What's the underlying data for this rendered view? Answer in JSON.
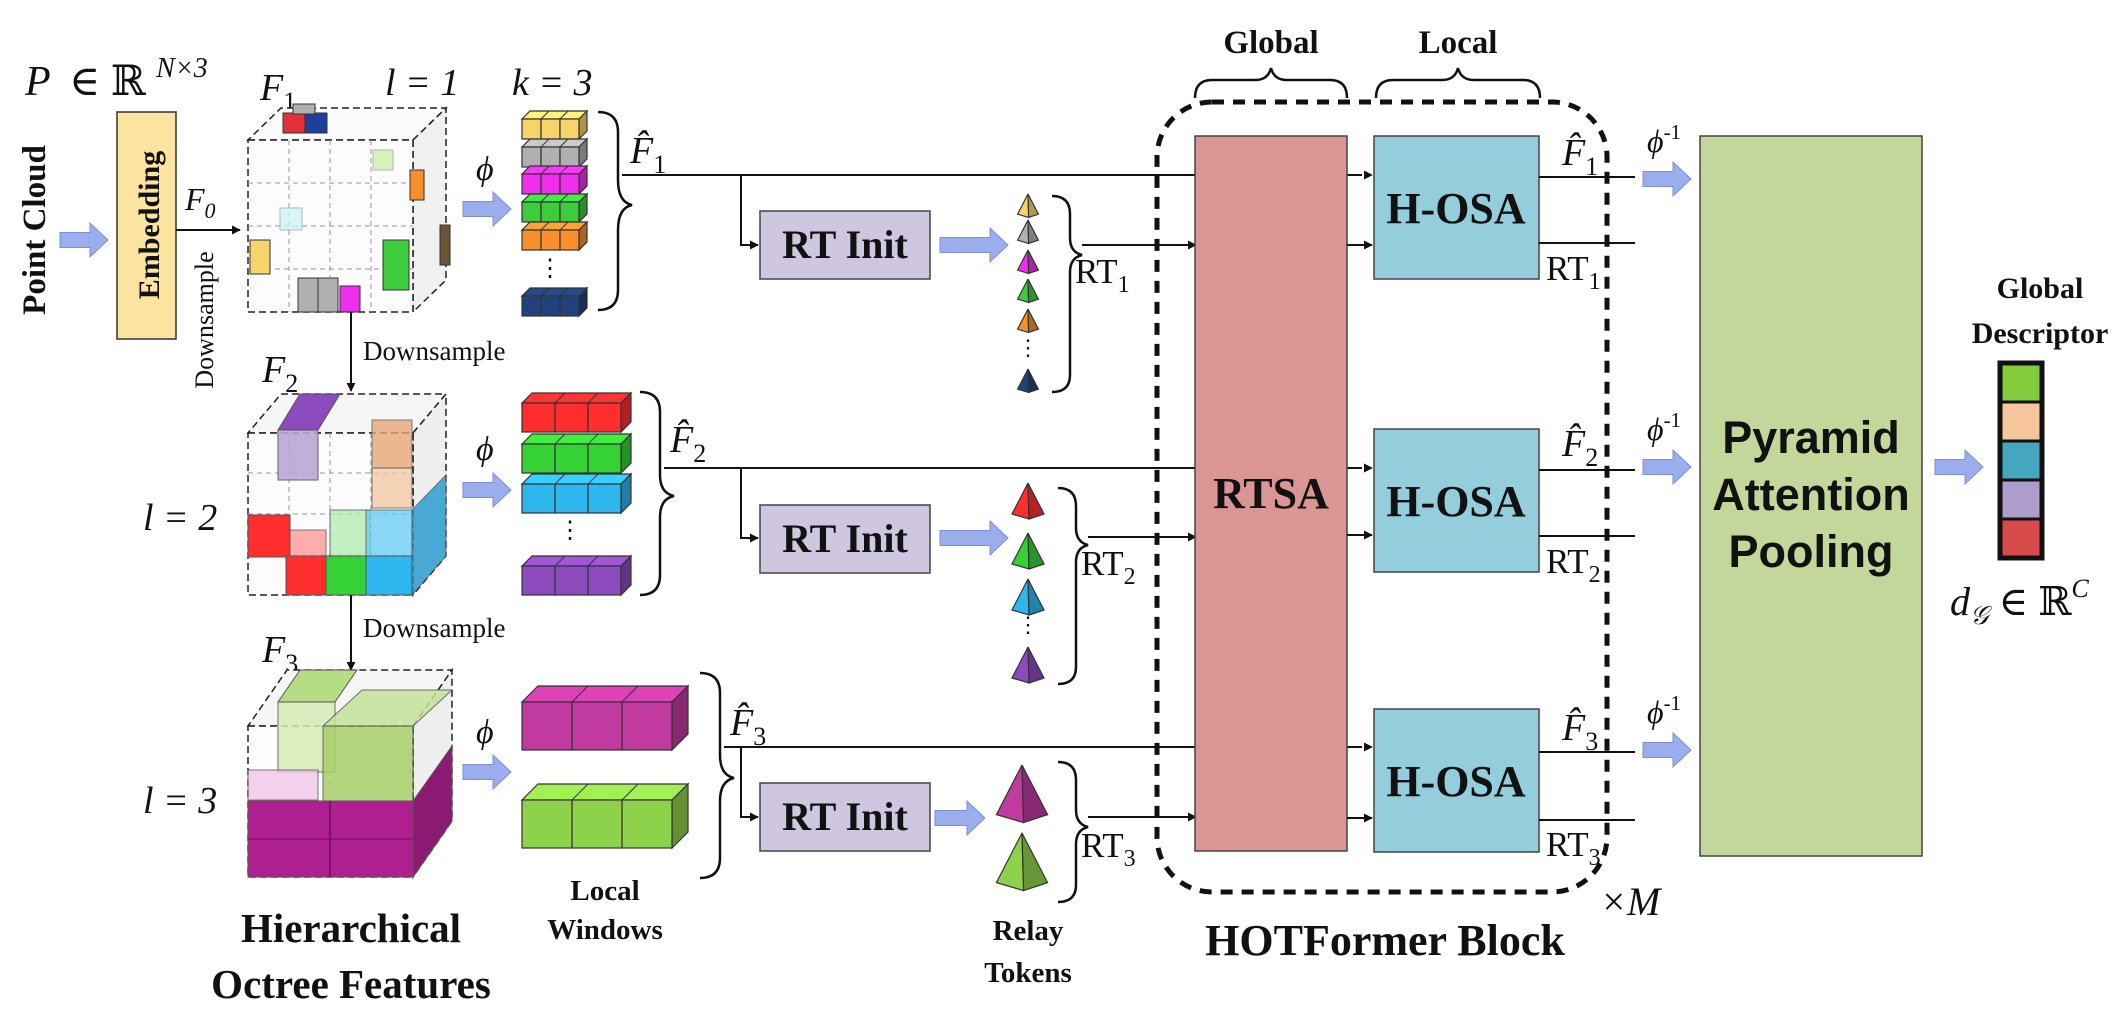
{
  "input": {
    "point_cloud_label": "Point Cloud",
    "input_math_p": "P",
    "input_math_rest": "∈ ℝ",
    "input_math_sup": "N×3",
    "embedding_label": "Embedding",
    "f0_label": "F",
    "f0_sub": "0",
    "downsample_vertical": "Downsample"
  },
  "levels": [
    {
      "feature": "F",
      "sub": "1",
      "l_label": "l = 1",
      "k_label": "k = 3",
      "downsample": "Downsample"
    },
    {
      "feature": "F",
      "sub": "2",
      "l_label": "l = 2",
      "downsample": "Downsample"
    },
    {
      "feature": "F",
      "sub": "3",
      "l_label": "l = 3"
    }
  ],
  "phi_label": "ϕ",
  "phi_inv_label": "ϕ",
  "phi_inv_sup": "-1",
  "fhat": [
    {
      "main": "F̂",
      "sub": "1"
    },
    {
      "main": "F̂",
      "sub": "2"
    },
    {
      "main": "F̂",
      "sub": "3"
    }
  ],
  "rt_init_label": "RT Init",
  "rt_labels": [
    {
      "main": "RT",
      "sub": "1"
    },
    {
      "main": "RT",
      "sub": "2"
    },
    {
      "main": "RT",
      "sub": "3"
    }
  ],
  "ellipsis": "⋮",
  "block": {
    "global_header": "Global",
    "local_header": "Local",
    "rtsa_label": "RTSA",
    "hosa_label": "H-OSA",
    "title": "HOTFormer Block",
    "repeat": "×M"
  },
  "pooling": {
    "line1": "Pyramid",
    "line2": "Attention",
    "line3": "Pooling"
  },
  "descriptor": {
    "title_line1": "Global",
    "title_line2": "Descriptor",
    "math_main": "d",
    "math_sub": "𝒢",
    "math_rest": "∈ ℝ",
    "math_sup": "C",
    "colors": [
      "#82cc3c",
      "#f6c59c",
      "#44a7bf",
      "#ae9ccb",
      "#d64a4c"
    ]
  },
  "captions": {
    "hier_line1": "Hierarchical",
    "hier_line2": "Octree Features",
    "local_line1": "Local",
    "local_line2": "Windows",
    "relay_line1": "Relay",
    "relay_line2": "Tokens"
  },
  "colors": {
    "embedding": "#fde3a0",
    "rt_init": "#cfc7df",
    "rtsa": "#d99694",
    "hosa": "#94cddb",
    "pooling": "#c4d79a",
    "arrow_fill": "#9aaeed"
  },
  "window_colors_l1": [
    "#f6d46a",
    "#b0b0b0",
    "#ee2fee",
    "#3ccc3c",
    "#f88e2c",
    "#20417a"
  ],
  "window_colors_l2": [
    "#ff2e2e",
    "#35d135",
    "#2eb6ee",
    "#8c4bbd"
  ],
  "window_colors_l3": [
    "#c03a9f",
    "#8ed14a"
  ],
  "token_colors_l1": [
    "#f6d46a",
    "#b0b0b0",
    "#ee2fee",
    "#3ccc3c",
    "#f88e2c",
    "#20417a"
  ],
  "token_colors_l2": [
    "#ff2e2e",
    "#35d135",
    "#2eb6ee",
    "#8c4bbd"
  ],
  "token_colors_l3": [
    "#c03a9f",
    "#8ed14a"
  ]
}
